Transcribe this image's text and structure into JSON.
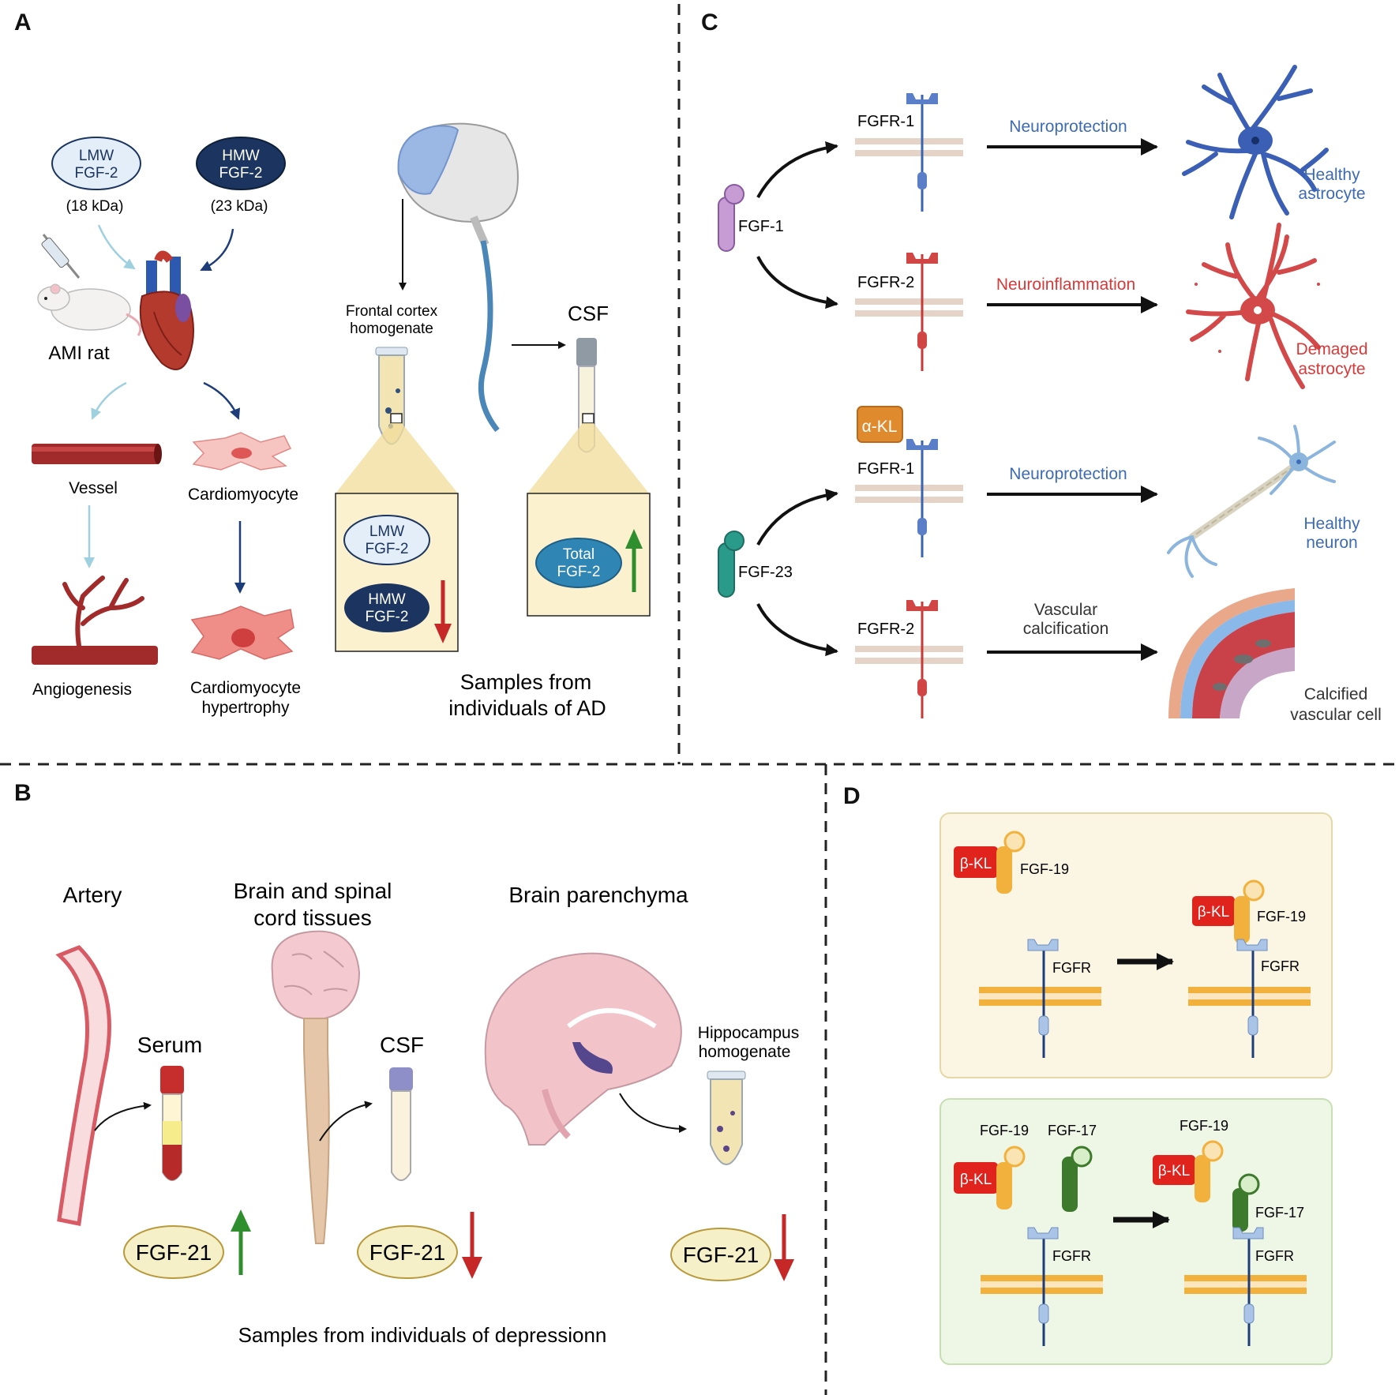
{
  "panels": {
    "A": {
      "letter": "A",
      "lmw_line1": "LMW",
      "lmw_line2": "FGF-2",
      "lmw_weight": "(18 kDa)",
      "hmw_line1": "HMW",
      "hmw_line2": "FGF-2",
      "hmw_weight": "(23 kDa)",
      "ami_rat": "AMI rat",
      "vessel": "Vessel",
      "cardiomyocyte": "Cardiomyocyte",
      "angiogenesis": "Angiogenesis",
      "cm_hyp_line1": "Cardiomyocyte",
      "cm_hyp_line2": "hypertrophy",
      "frontal_line1": "Frontal  cortex",
      "frontal_line2": "homogenate",
      "csf": "CSF",
      "box_lmw_line1": "LMW",
      "box_lmw_line2": "FGF-2",
      "box_hmw_line1": "HMW",
      "box_hmw_line2": "FGF-2",
      "total_line1": "Total",
      "total_line2": "FGF-2",
      "samples_line1": "Samples from",
      "samples_line2": "individuals of AD"
    },
    "B": {
      "letter": "B",
      "artery": "Artery",
      "brain_spinal_line1": "Brain and spinal",
      "brain_spinal_line2": "cord tissues",
      "brain_parenchyma": "Brain parenchyma",
      "serum": "Serum",
      "csf": "CSF",
      "hippo_line1": "Hippocampus",
      "hippo_line2": "homogenate",
      "fgf21_a": "FGF-21",
      "fgf21_b": "FGF-21",
      "fgf21_c": "FGF-21",
      "caption": "Samples from  individuals of depressionn"
    },
    "C": {
      "letter": "C",
      "fgf1": "FGF-1",
      "fgf23": "FGF-23",
      "alpha_kl": "α-KL",
      "row1_receptor": "FGFR-1",
      "row1_effect": "Neuroprotection",
      "row1_cell_line1": "Healthy",
      "row1_cell_line2": "astrocyte",
      "row2_receptor": "FGFR-2",
      "row2_effect": "Neuroinflammation",
      "row2_cell_line1": "Demaged",
      "row2_cell_line2": "astrocyte",
      "row3_receptor": "FGFR-1",
      "row3_effect": "Neuroprotection",
      "row3_cell_line1": "Healthy",
      "row3_cell_line2": "neuron",
      "row4_receptor": "FGFR-2",
      "row4_effect_line1": "Vascular",
      "row4_effect_line2": "calcification",
      "row4_cell_line1": "Calcified",
      "row4_cell_line2": "vascular cell"
    },
    "D": {
      "letter": "D",
      "top_bkl": "β-KL",
      "top_fgf19": "FGF-19",
      "top_fgfr": "FGFR",
      "top_bkl_after": "β-KL",
      "top_fgf19_after": "FGF-19",
      "top_fgfr_after": "FGFR",
      "bot_fgf19": "FGF-19",
      "bot_fgf17": "FGF-17",
      "bot_bkl": "β-KL",
      "bot_fgfr": "FGFR",
      "bot_fgf19_after": "FGF-19",
      "bot_bkl_after": "β-KL",
      "bot_fgf17_after": "FGF-17",
      "bot_fgfr_after": "FGFR"
    }
  },
  "colors": {
    "fgfr1_blue": "#3a63b0",
    "fgfr2_red": "#c63a3a",
    "healthy_text": "#3d6bb5",
    "damaged_text": "#d83a3a",
    "up_arrow": "#2f8f2f",
    "down_arrow": "#c62828",
    "hmw_navy": "#1b3560",
    "lmw_light": "#e3eef8",
    "fgf21_fill": "#f6f0c8",
    "total_teal": "#2f86b5",
    "beta_kl_red": "#e0231c",
    "alpha_kl_orange": "#e08a2e",
    "fgf19_orange": "#f2b13c",
    "fgf17_green": "#3d7a2c"
  }
}
